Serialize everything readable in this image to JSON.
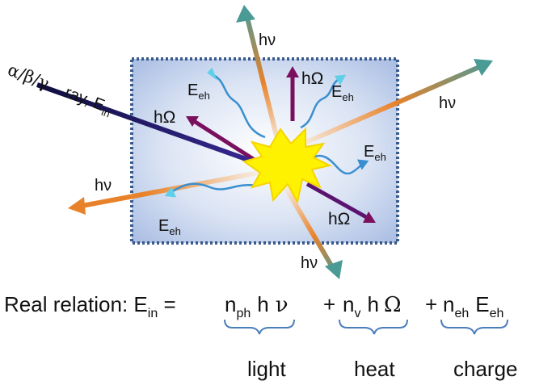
{
  "diagram": {
    "incoming": {
      "alpha": "α",
      "beta": "β",
      "gamma": "γ",
      "slash": "/",
      "ray_text": "ray, E",
      "ray_sub": "in"
    },
    "labels": {
      "photon": "hν",
      "phonon": "hΩ",
      "eh_main": "E",
      "eh_sub": "eh"
    },
    "colors": {
      "box_fill": "#b8c9e8",
      "box_border": "#3a5a8c",
      "incoming_arrow": "#1d1d6b",
      "phonon_arrow": "#7a0f5e",
      "photon_start": "#f2e8dc",
      "photon_mid": "#e8822a",
      "photon_end": "#4a9a95",
      "eh_wave": "#3aa0d8",
      "burst_fill": "#fff200",
      "burst_edge": "#f5d400",
      "brace": "#4a7ebb"
    }
  },
  "relation": {
    "prefix": "Real relation: E",
    "prefix_sub": "in",
    "equals": " = ",
    "n": "n",
    "ph_sub": "ph",
    "h": "h",
    "nu": "ν",
    "plus": "+",
    "v_sub": "v",
    "omega": "Ω",
    "eh_sub": "eh",
    "E": "E"
  },
  "captions": {
    "light": "light",
    "heat": "heat",
    "charge": "charge"
  }
}
